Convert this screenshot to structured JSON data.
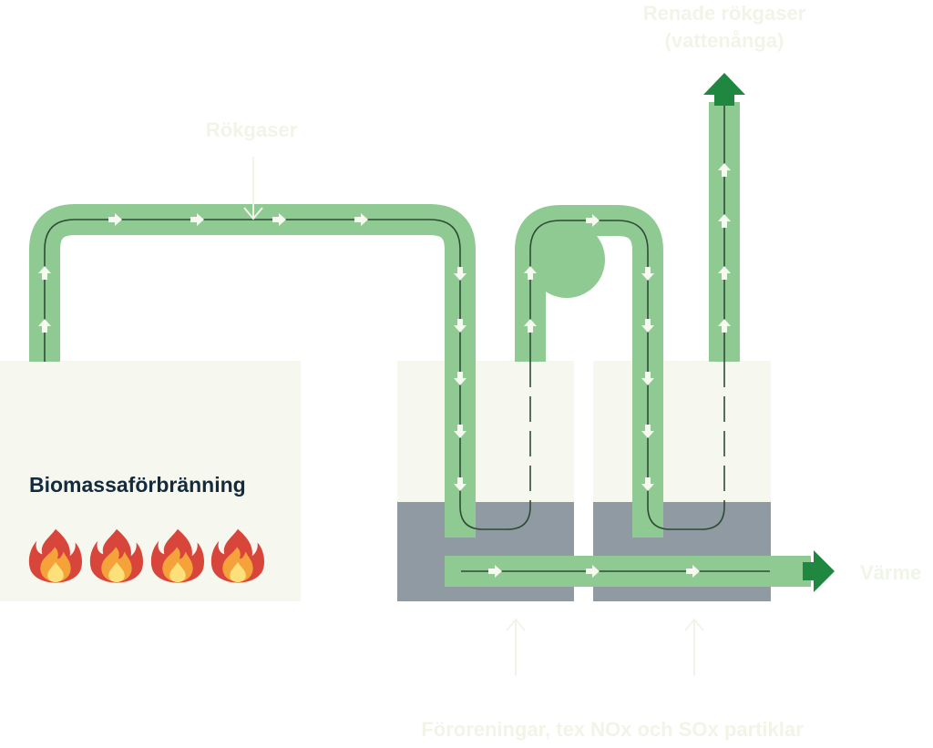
{
  "labels": {
    "flue_gases": "Rökgaser",
    "cleaned_line1": "Renade rökgaser",
    "cleaned_line2": "(vattenånga)",
    "combustion": "Biomassaförbränning",
    "heat": "Värme",
    "pollutants": "Föroreningar, tex NOx och SOx partiklar"
  },
  "icons": {
    "flame": "flame-icon",
    "flow_arrow": "flow-arrow-icon",
    "outlet_arrow": "outlet-arrow-icon",
    "input_arrow": "input-arrow-icon"
  },
  "colors": {
    "pipe": "#8fca93",
    "pipe_center_line": "#2f4b35",
    "flow_arrow": "#f6f9ef",
    "outlet_arrow": "#1f8740",
    "box_light": "#f6f8ef",
    "box_dark": "#8f9aa2",
    "label": "#f1f5e8",
    "title": "#142b3d",
    "flame_outer": "#d8453b",
    "flame_mid": "#f5a23a",
    "flame_inner": "#fde07a"
  }
}
